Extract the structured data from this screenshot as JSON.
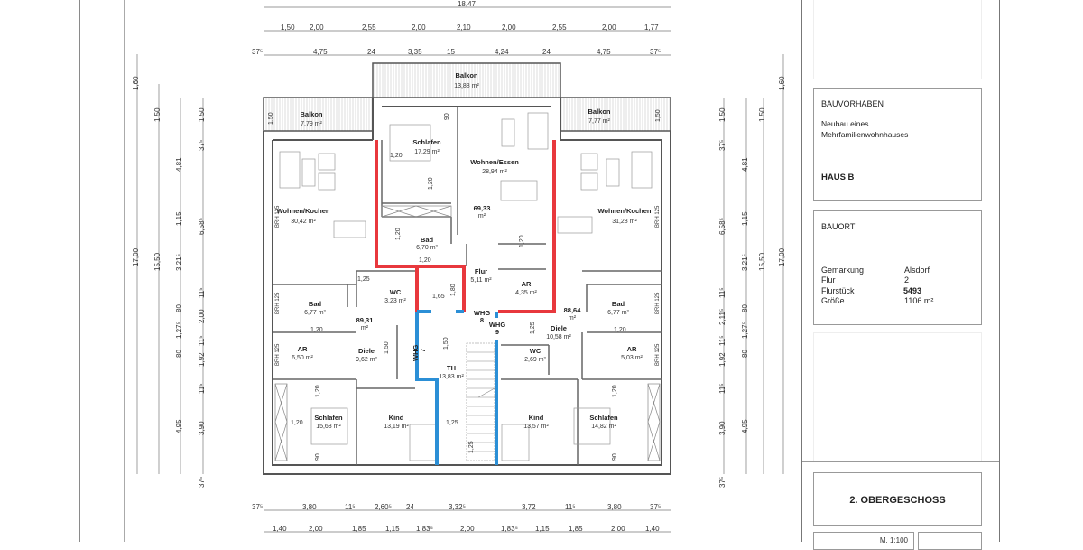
{
  "drawing": {
    "floor_label": "2. OBERGESCHOSS",
    "scale": "M. 1:100",
    "colors": {
      "wall": "#555555",
      "unit_boundary_red": "#e8383d",
      "unit_boundary_blue": "#2b8fd6",
      "balcony_hatch": "#bbbbbb"
    }
  },
  "title_block": {
    "bauvorhaben": {
      "heading": "BAUVORHABEN",
      "line1": "Neubau eines",
      "line2": "Mehrfamilienwohnhauses",
      "house": "HAUS B"
    },
    "bauort": {
      "heading": "BAUORT",
      "rows": [
        {
          "key": "Gemarkung",
          "value": "Alsdorf"
        },
        {
          "key": "Flur",
          "value": "2"
        },
        {
          "key": "Flurstück",
          "value": "5493"
        },
        {
          "key": "Größe",
          "value": "1106 m²"
        }
      ]
    },
    "floor": "2. OBERGESCHOSS",
    "scale": "M. 1:100"
  },
  "dimensions": {
    "top_total": "18,47",
    "top_row1": [
      "1,50",
      "2,00",
      "2,55",
      "2,00",
      "2,10",
      "2,00",
      "2,55",
      "2,00",
      "1,77"
    ],
    "top_row2": [
      "37⁵",
      "4,75",
      "24",
      "3,35",
      "15",
      "4,24",
      "24",
      "4,75",
      "37⁵"
    ],
    "bottom_row1": [
      "37⁵",
      "3,80",
      "11⁵",
      "2,60⁵",
      "24",
      "3,32⁵",
      "3,72",
      "11⁵",
      "3,80",
      "37⁵"
    ],
    "bottom_row2": [
      "1,40",
      "2,00",
      "1,85",
      "1,15",
      "1,83⁵",
      "2,00",
      "1,83⁵",
      "1,15",
      "1,85",
      "2,00",
      "1,40"
    ],
    "left_total": "17,00",
    "left_top": "1,60",
    "left_15_50": "15,50",
    "left_col2": [
      "1,50",
      "4,81",
      "1,15",
      "3,21⁵",
      "80",
      "1,27⁵",
      "80",
      "4,95"
    ],
    "left_col3": [
      "1,50",
      "37⁵",
      "6,58⁵",
      "11⁵",
      "2,00",
      "11⁵",
      "1,92",
      "11⁵",
      "3,90",
      "37⁵"
    ],
    "right_total": "17,00",
    "right_top": "1,60",
    "right_15_50": "15,50",
    "right_col2": [
      "1,50",
      "4,81",
      "1,15",
      "3,21⁵",
      "80",
      "1,27⁵",
      "80",
      "4,95"
    ],
    "right_col3": [
      "1,50",
      "37⁵",
      "6,58⁵",
      "11⁵",
      "2,11⁵",
      "11⁵",
      "1,92",
      "11⁵",
      "3,90",
      "37⁵"
    ]
  },
  "rooms": [
    {
      "name": "Balkon",
      "area": "13,88 m²"
    },
    {
      "name": "Balkon",
      "area": "7,79 m²"
    },
    {
      "name": "Balkon",
      "area": "7,77 m²"
    },
    {
      "name": "Schlafen",
      "area": "17,29 m²"
    },
    {
      "name": "Wohnen/Essen",
      "area": "28,94 m²"
    },
    {
      "name": "Wohnen/Kochen",
      "area": "30,42 m²"
    },
    {
      "name": "Wohnen/Kochen",
      "area": "31,28 m²"
    },
    {
      "name": "Bad",
      "area": "6,70 m²"
    },
    {
      "name": "Flur",
      "area": "5,11 m²"
    },
    {
      "name": "AR",
      "area": "4,35 m²"
    },
    {
      "name": "WC",
      "area": "3,23 m²"
    },
    {
      "name": "Bad",
      "area": "6,77 m²"
    },
    {
      "name": "Bad",
      "area": "6,77 m²"
    },
    {
      "name": "AR",
      "area": "6,50 m²"
    },
    {
      "name": "Diele",
      "area": "9,62 m²"
    },
    {
      "name": "TH",
      "area": "13,83 m²"
    },
    {
      "name": "Diele",
      "area": "10,58 m²"
    },
    {
      "name": "WC",
      "area": "2,69 m²"
    },
    {
      "name": "AR",
      "area": "5,03 m²"
    },
    {
      "name": "Schlafen",
      "area": "15,68 m²"
    },
    {
      "name": "Kind",
      "area": "13,19 m²"
    },
    {
      "name": "Kind",
      "area": "13,57 m²"
    },
    {
      "name": "Schlafen",
      "area": "14,82 m²"
    }
  ],
  "units": [
    {
      "label": "WHG",
      "number": "7",
      "area": "89,31",
      "unit": "m²"
    },
    {
      "label": "WHG",
      "number": "8",
      "area": "69,33",
      "unit": "m²"
    },
    {
      "label": "WHG",
      "number": "9",
      "area": "88,64",
      "unit": "m²"
    }
  ],
  "annotations": {
    "brh": "BRH 125",
    "inner_dims": [
      "1,50",
      "1,50",
      "90",
      "1,20",
      "1,20",
      "1,20",
      "1,20",
      "1,20",
      "1,25",
      "1,65",
      "1,80",
      "1,25",
      "1,20",
      "1,20",
      "1,50",
      "1,50",
      "1,20",
      "1,20",
      "1,20",
      "1,25",
      "1,25",
      "90",
      "90"
    ]
  }
}
